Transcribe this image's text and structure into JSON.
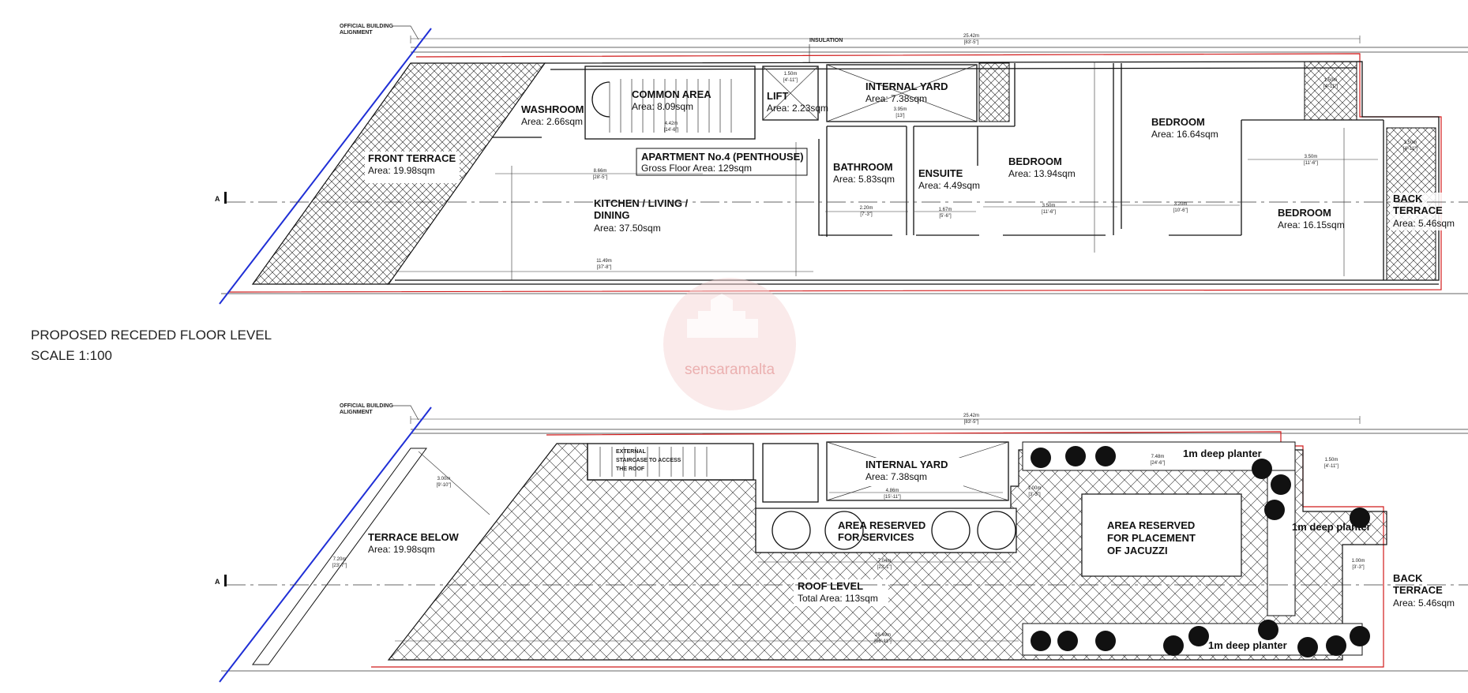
{
  "title": {
    "line1": "PROPOSED RECEDED FLOOR LEVEL",
    "line2": "SCALE 1:100"
  },
  "watermark": {
    "text": "sensaramalta"
  },
  "section_marker": "A",
  "upper_plan": {
    "alignment_note": [
      "OFFICIAL BUILDING",
      "ALIGNMENT"
    ],
    "insulation": "INSULATION",
    "overall_dim": {
      "m": "25.42m",
      "ft": "[83'-5\"]"
    },
    "apartment_title": "APARTMENT No.4 (PENTHOUSE)",
    "apartment_gfa": "Gross Floor Area: 129sqm",
    "rooms": {
      "front_terrace": {
        "name": "FRONT TERRACE",
        "area": "Area: 19.98sqm"
      },
      "washroom": {
        "name": "WASHROOM",
        "area": "Area: 2.66sqm"
      },
      "common_area": {
        "name": "COMMON AREA",
        "area": "Area: 8.09sqm"
      },
      "lift": {
        "name": "LIFT",
        "area": "Area: 2.23sqm"
      },
      "internal_yard": {
        "name": "INTERNAL YARD",
        "area": "Area: 7.38sqm"
      },
      "kitchen": {
        "name1": "KITCHEN / LIVING /",
        "name2": "DINING",
        "area": "Area: 37.50sqm"
      },
      "bathroom": {
        "name": "BATHROOM",
        "area": "Area: 5.83sqm"
      },
      "ensuite": {
        "name": "ENSUITE",
        "area": "Area: 4.49sqm"
      },
      "bedroom1": {
        "name": "BEDROOM",
        "area": "Area: 13.94sqm"
      },
      "bedroom2": {
        "name": "BEDROOM",
        "area": "Area: 16.64sqm"
      },
      "bedroom3": {
        "name": "BEDROOM",
        "area": "Area: 16.15sqm"
      },
      "back_terrace": {
        "name1": "BACK",
        "name2": "TERRACE",
        "area": "Area: 5.46sqm"
      }
    },
    "dims": {
      "d866": {
        "m": "8.66m",
        "ft": "[28'-5\"]"
      },
      "d1149": {
        "m": "11.49m",
        "ft": "[37'-8\"]"
      },
      "d350a": {
        "m": "3.50m",
        "ft": "[11'-6\"]"
      },
      "d350b": {
        "m": "3.50m",
        "ft": "[11'-6\"]"
      },
      "d320": {
        "m": "3.20m",
        "ft": "[10'-6\"]"
      },
      "d220": {
        "m": "2.20m",
        "ft": "[7'-3\"]"
      },
      "d167": {
        "m": "1.67m",
        "ft": "[5'-6\"]"
      },
      "d395": {
        "m": "3.95m",
        "ft": "[13']"
      },
      "d150a": {
        "m": "1.50m",
        "ft": "[4'-11\"]"
      },
      "d150b": {
        "m": "1.50m",
        "ft": "[4'-11\"]"
      },
      "d150c": {
        "m": "1.50m",
        "ft": "[4'-11\"]"
      },
      "d442": {
        "m": "4.42m",
        "ft": "[14'-6\"]"
      }
    }
  },
  "lower_plan": {
    "alignment_note": [
      "OFFICIAL BUILDING",
      "ALIGNMENT"
    ],
    "overall_dim": {
      "m": "25.42m",
      "ft": "[83'-5\"]"
    },
    "staircase": [
      "EXTERNAL",
      "STAIRCASE TO ACCESS",
      "THE ROOF"
    ],
    "rooms": {
      "terrace_below": {
        "name": "TERRACE BELOW",
        "area": "Area: 19.98sqm"
      },
      "internal_yard": {
        "name": "INTERNAL YARD",
        "area": "Area: 7.38sqm"
      },
      "services": {
        "name1": "AREA RESERVED",
        "name2": "FOR SERVICES"
      },
      "jacuzzi": {
        "name1": "AREA RESERVED",
        "name2": "FOR PLACEMENT",
        "name3": "OF JACUZZI"
      },
      "roof": {
        "name": "ROOF LEVEL",
        "area": "Total Area: 113sqm"
      },
      "back_terrace": {
        "name1": "BACK",
        "name2": "TERRACE",
        "area": "Area: 5.46sqm"
      }
    },
    "planters": {
      "top": "1m deep planter",
      "right": "1m deep planter",
      "bottom": "1m deep planter"
    },
    "dims": {
      "d300": {
        "m": "3.00m",
        "ft": "[9'-10\"]"
      },
      "d720": {
        "m": "7.20m",
        "ft": "[23'-7\"]"
      },
      "d486": {
        "m": "4.86m",
        "ft": "[15'-11\"]"
      },
      "d704": {
        "m": "7.04m",
        "ft": "[23'-1\"]"
      },
      "d748": {
        "m": "7.48m",
        "ft": "[24'-6\"]"
      },
      "d2649": {
        "m": "26.49m",
        "ft": "[86'-11\"]"
      },
      "d150": {
        "m": "1.50m",
        "ft": "[4'-11\"]"
      },
      "d100a": {
        "m": "1.00m",
        "ft": "[3'-3\"]"
      },
      "d100b": {
        "m": "1.00m",
        "ft": "[3'-3\"]"
      }
    }
  },
  "colors": {
    "alignment_line": "#1f2fd6",
    "boundary_line": "#d11a1a",
    "wall": "#111111",
    "hatch": "#222222",
    "watermark": "#e9a8a8"
  }
}
